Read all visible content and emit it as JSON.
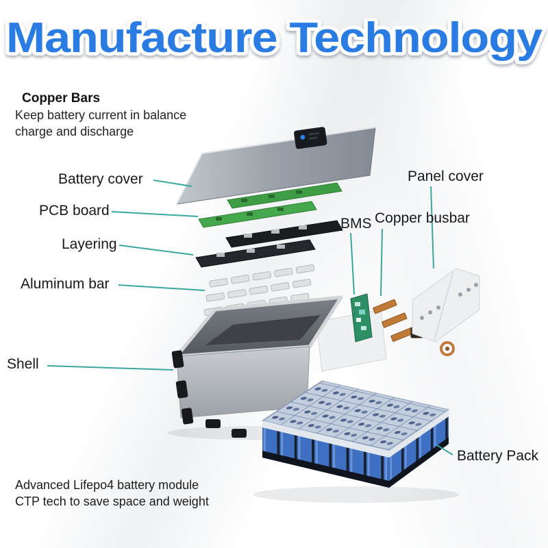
{
  "title": "Manufacture Technology",
  "colors": {
    "title_blue": "#2b7ce2",
    "leader_teal": "#3aa79e",
    "battery_blue": "#3e6fc1",
    "copper": "#bf7a36",
    "pcb_green": "#46a84c"
  },
  "info_block": {
    "heading": "Copper Bars",
    "line1": "Keep battery current in balance",
    "line2": "charge and discharge"
  },
  "labels": {
    "battery_cover": "Battery cover",
    "pcb_board": "PCB board",
    "layering": "Layering",
    "aluminum_bar": "Aluminum bar",
    "shell": "Shell",
    "bms": "BMS",
    "copper_busbar": "Copper busbar",
    "panel_cover": "Panel cover",
    "battery_pack": "Battery Pack"
  },
  "footer": {
    "line1": "Advanced Lifepo4 battery module",
    "line2": "CTP tech to save space and weight"
  }
}
